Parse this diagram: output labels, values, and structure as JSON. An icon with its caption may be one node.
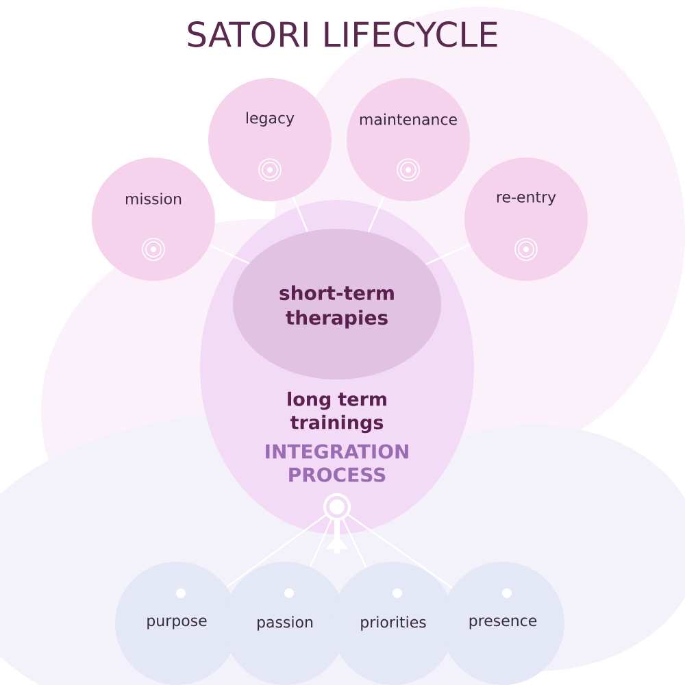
{
  "diagram": {
    "title": "SATORI LIFECYCLE",
    "nodes": [
      {
        "text": [
          "mission"
        ]
      },
      {
        "text": [
          "legacy"
        ]
      },
      {
        "text": [
          "maintenance"
        ]
      },
      {
        "text": [
          "re-entry"
        ]
      },
      {
        "text": [
          "long term trainings",
          "INTEGRATION PROCESS"
        ]
      },
      {
        "text": [
          "short-term therapies"
        ],
        "in": 4
      },
      {
        "text": [],
        "shape": "circle",
        "in": 4
      },
      {
        "text": [
          "purpose"
        ]
      },
      {
        "text": [
          "passion"
        ]
      },
      {
        "text": [
          "priorities"
        ]
      },
      {
        "text": [
          "presence"
        ]
      }
    ],
    "edges": [
      {
        "from": 0,
        "to": 5,
        "arrow": "none"
      },
      {
        "from": 1,
        "to": 5,
        "arrow": "none"
      },
      {
        "from": 2,
        "to": 5,
        "arrow": "none"
      },
      {
        "from": 3,
        "to": 5,
        "arrow": "none"
      },
      {
        "from": 6,
        "to": 7,
        "arrow": "none"
      },
      {
        "from": 6,
        "to": 8,
        "arrow": "none"
      },
      {
        "from": 6,
        "to": 9,
        "arrow": "none"
      },
      {
        "from": 6,
        "to": 10,
        "arrow": "none"
      },
      {
        "from": null,
        "to": 6,
        "arrow": "to",
        "style": "thick"
      }
    ]
  }
}
